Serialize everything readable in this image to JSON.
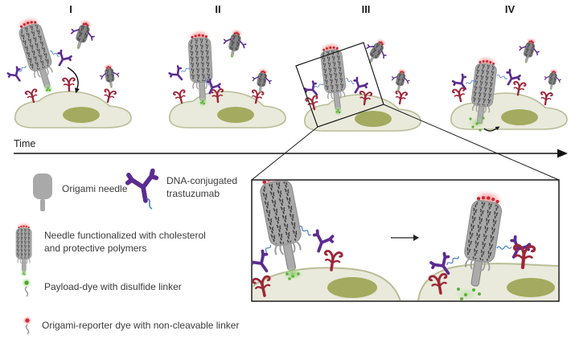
{
  "panels": [
    {
      "label": "I"
    },
    {
      "label": "II"
    },
    {
      "label": "III"
    },
    {
      "label": "IV"
    }
  ],
  "timeline": {
    "label": "Time"
  },
  "legend": {
    "items": [
      {
        "icon": "origami-needle-icon",
        "label": "Origami needle"
      },
      {
        "icon": "trastuzumab-icon",
        "label_line1": "DNA-conjugated",
        "label_line2": "trastuzumab"
      },
      {
        "icon": "functionalized-needle-icon",
        "label_line1": "Needle functionalized with cholesterol",
        "label_line2": "and protective polymers"
      },
      {
        "icon": "payload-dye-icon",
        "label": "Payload-dye with disulfide linker"
      },
      {
        "icon": "reporter-dye-icon",
        "label": "Origami-reporter dye with non-cleavable linker"
      }
    ]
  },
  "colors": {
    "needle_gray": "#a8a8a8",
    "needle_hatch": "#2e2e2e",
    "antibody_purple": "#5c2b90",
    "dna_blue": "#4a80c4",
    "receptor_red": "#9e2638",
    "reporter_dye_red": "#cb2531",
    "payload_dye_green": "#5fae3f",
    "cell_fill": "#e9eadb",
    "cell_outline": "#b9bd96",
    "nucleus_green": "#a4aa5f"
  }
}
